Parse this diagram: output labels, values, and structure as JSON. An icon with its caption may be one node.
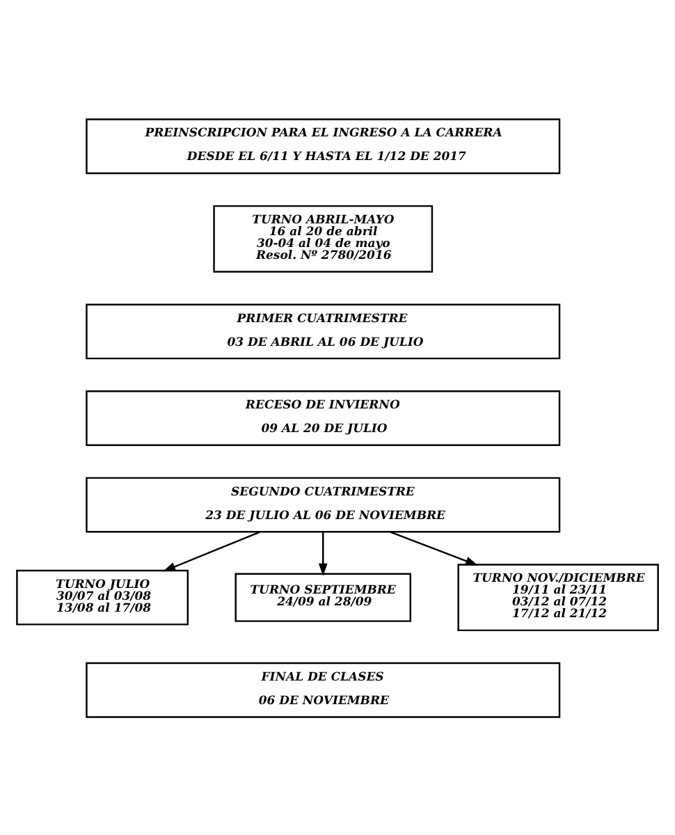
{
  "diagram": {
    "nodes": [
      {
        "text": [
          "PREINSCRIPCION PARA EL INGRESO A LA CARRERA",
          "DESDE EL 6/11 Y HASTA EL 1/12 DE 2017"
        ]
      },
      {
        "text": [
          "TURNO ABRIL-MAYO",
          "16 al 20 de abril",
          "30-04 al 04 de mayo",
          "Resol. Nº 2780/2016"
        ]
      },
      {
        "text": [
          "PRIMER CUATRIMESTRE",
          "03 DE ABRIL AL 06 DE JULIO"
        ]
      },
      {
        "text": [
          "RECESO DE INVIERNO",
          "09 AL 20 DE JULIO"
        ]
      },
      {
        "text": [
          "SEGUNDO CUATRIMESTRE",
          "23 DE JULIO AL 06 DE NOVIEMBRE"
        ]
      },
      {
        "text": [
          "TURNO JULIO",
          "30/07 al 03/08",
          "13/08 al 17/08"
        ]
      },
      {
        "text": [
          "TURNO SEPTIEMBRE",
          "24/09 al 28/09"
        ]
      },
      {
        "text": [
          "TURNO NOV./DICIEMBRE",
          "19/11 al 23/11",
          "03/12 al 07/12",
          "17/12 al 21/12"
        ]
      },
      {
        "text": [
          "FINAL DE CLASES",
          "06 DE NOVIEMBRE"
        ]
      }
    ],
    "edges": [
      {
        "from": 4,
        "to": 5,
        "arrow": "to"
      },
      {
        "from": 4,
        "to": 6,
        "arrow": "to"
      },
      {
        "from": 4,
        "to": 7,
        "arrow": "to"
      }
    ]
  }
}
